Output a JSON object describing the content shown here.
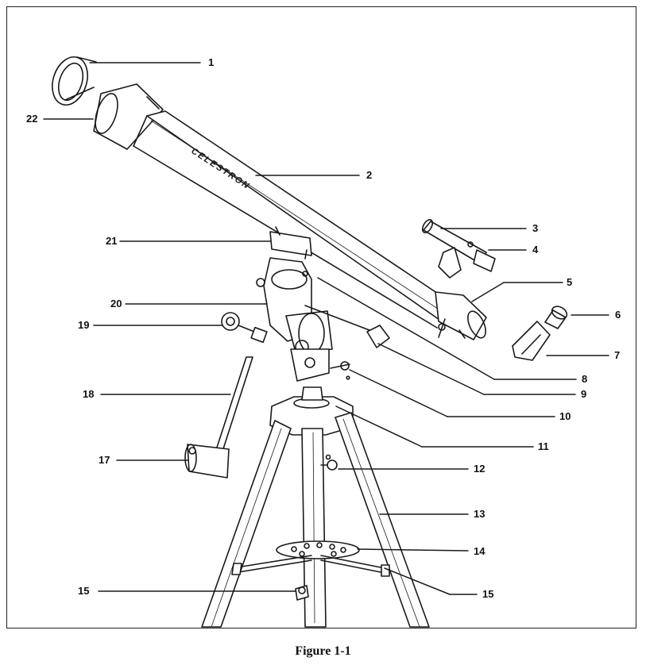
{
  "figure": {
    "caption": "Figure 1-1",
    "brand": "CELESTRON"
  },
  "callouts": {
    "c1": "1",
    "c2": "2",
    "c3": "3",
    "c4": "4",
    "c5": "5",
    "c6": "6",
    "c7": "7",
    "c8": "8",
    "c9": "9",
    "c10": "10",
    "c11": "11",
    "c12": "12",
    "c13": "13",
    "c14": "14",
    "c15a": "15",
    "c15b": "15",
    "c17": "17",
    "c18": "18",
    "c19": "19",
    "c20": "20",
    "c21": "21",
    "c22": "22"
  },
  "colors": {
    "ink": "#1a1a1a",
    "paper": "#ffffff"
  }
}
